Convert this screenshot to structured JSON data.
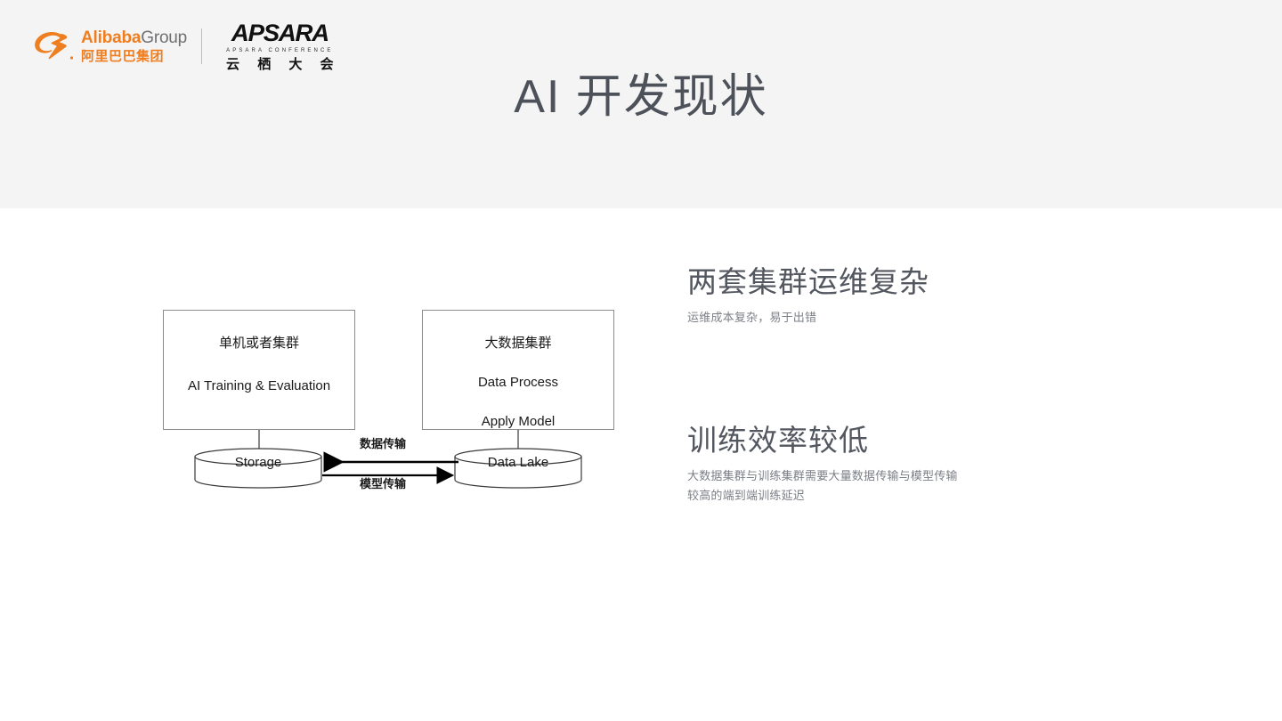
{
  "header": {
    "band_color": "#f4f4f4",
    "title": "AI 开发现状",
    "title_color": "#4d515a",
    "brand": {
      "alibaba": {
        "mark": "alibaba-smile-mark-icon",
        "name_bold": "Alibaba",
        "name_light": "Group",
        "name_cn": "阿里巴巴集团",
        "accent_color": "#ef7e21",
        "gray_color": "#6f7072"
      },
      "divider": "vertical-divider",
      "apsara": {
        "wordmark": "APSARA",
        "subtitle": "APSARA CONFERENCE",
        "name_cn": "云 栖 大 会",
        "color": "#111111"
      }
    }
  },
  "diagram": {
    "name": "ai-development-architecture-diagram",
    "boxes": [
      {
        "id": "single-machine-or-cluster",
        "lines": [
          "单机或者集群",
          "AI Training & Evaluation"
        ]
      },
      {
        "id": "big-data-cluster",
        "lines": [
          "大数据集群",
          "Data Process",
          "Apply Model"
        ]
      }
    ],
    "cylinders": [
      {
        "id": "storage",
        "label": "Storage"
      },
      {
        "id": "data-lake",
        "label": "Data Lake"
      }
    ],
    "edges": [
      {
        "id": "data-transfer",
        "label": "数据传输",
        "direction": "right-to-left"
      },
      {
        "id": "model-transfer",
        "label": "模型传输",
        "direction": "left-to-right"
      }
    ],
    "stroke_color": "#8c8c8c",
    "arrow_color": "#000000"
  },
  "content": {
    "sections": [
      {
        "id": "ops-complexity",
        "title": "两套集群运维复杂",
        "body": [
          "运维成本复杂，易于出错"
        ]
      },
      {
        "id": "training-efficiency",
        "title": "训练效率较低",
        "body": [
          "大数据集群与训练集群需要大量数据传输与模型传输",
          "较高的端到端训练延迟"
        ]
      }
    ],
    "title_color": "#53575f",
    "body_color": "#7b7f86"
  }
}
